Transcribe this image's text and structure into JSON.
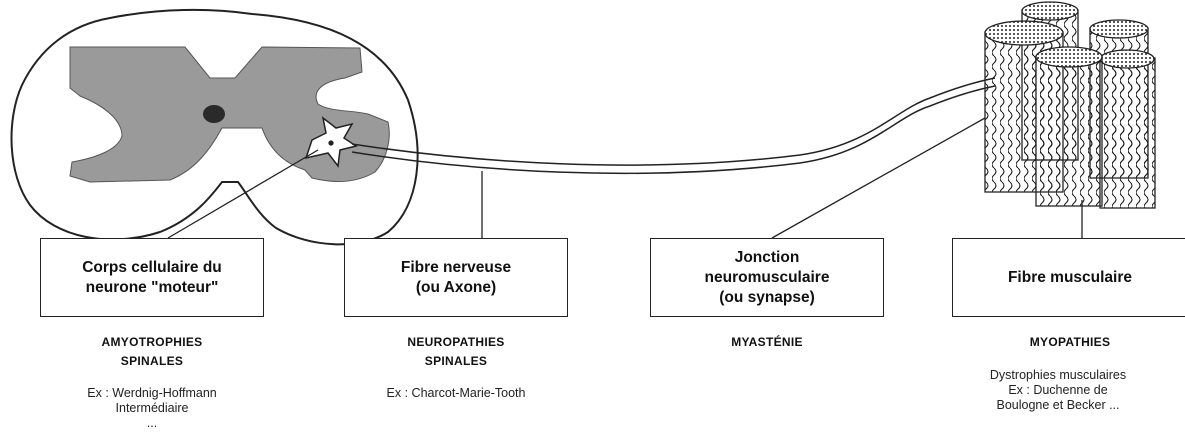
{
  "boxes": {
    "cell_body": [
      "Corps cellulaire du",
      "neurone \"moteur\""
    ],
    "nerve_fiber": [
      "Fibre nerveuse",
      "(ou Axone)"
    ],
    "junction": [
      "Jonction",
      "neuromusculaire",
      "(ou synapse)"
    ],
    "muscle_fiber": [
      "Fibre musculaire"
    ]
  },
  "categories": {
    "cell_body": [
      "AMYOTROPHIES",
      "SPINALES"
    ],
    "nerve_fiber": [
      "NEUROPATHIES",
      "SPINALES"
    ],
    "junction": [
      "MYASTÉNIE"
    ],
    "muscle_fiber": [
      "MYOPATHIES"
    ]
  },
  "examples": {
    "cell_body": [
      "Ex : Werdnig-Hoffmann",
      "Intermédiaire",
      "..."
    ],
    "nerve_fiber": [
      "Ex : Charcot-Marie-Tooth"
    ],
    "muscle_fiber": [
      "Dystrophies musculaires",
      "Ex : Duchenne de",
      "Boulogne et  Becker ..."
    ]
  }
}
